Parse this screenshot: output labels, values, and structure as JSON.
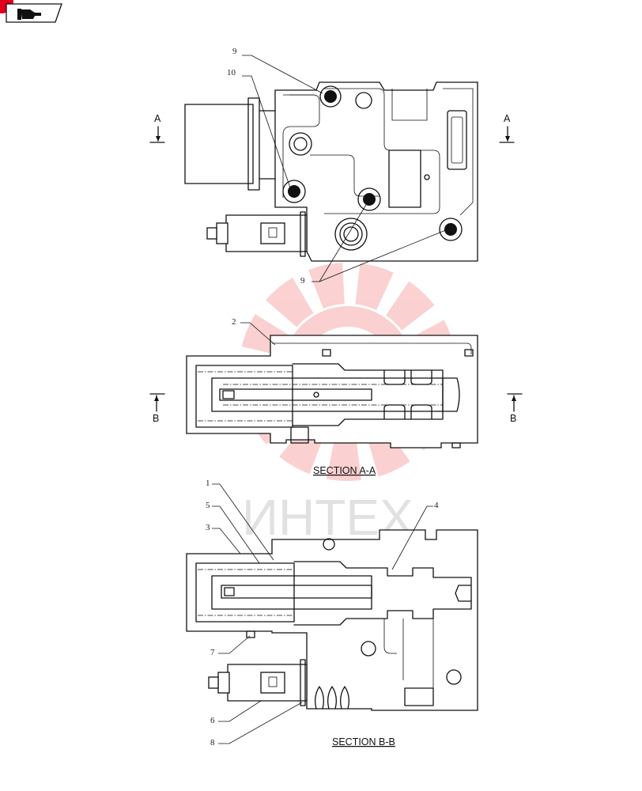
{
  "nav": {
    "back_icon": "hand-pointer-icon",
    "badge_color": "#e0001b"
  },
  "drawing": {
    "watermark_text": "ИНТЕХ",
    "watermark_color": "#f04848",
    "section_a_label": "SECTION A-A",
    "section_b_label": "SECTION B-B",
    "arrow_a_label": "A",
    "arrow_b_label": "B",
    "callouts": {
      "c1": "1",
      "c2": "2",
      "c3": "3",
      "c4": "4",
      "c5": "5",
      "c6": "6",
      "c7": "7",
      "c8": "8",
      "c9_top": "9",
      "c9_bottom": "9",
      "c10": "10"
    }
  }
}
